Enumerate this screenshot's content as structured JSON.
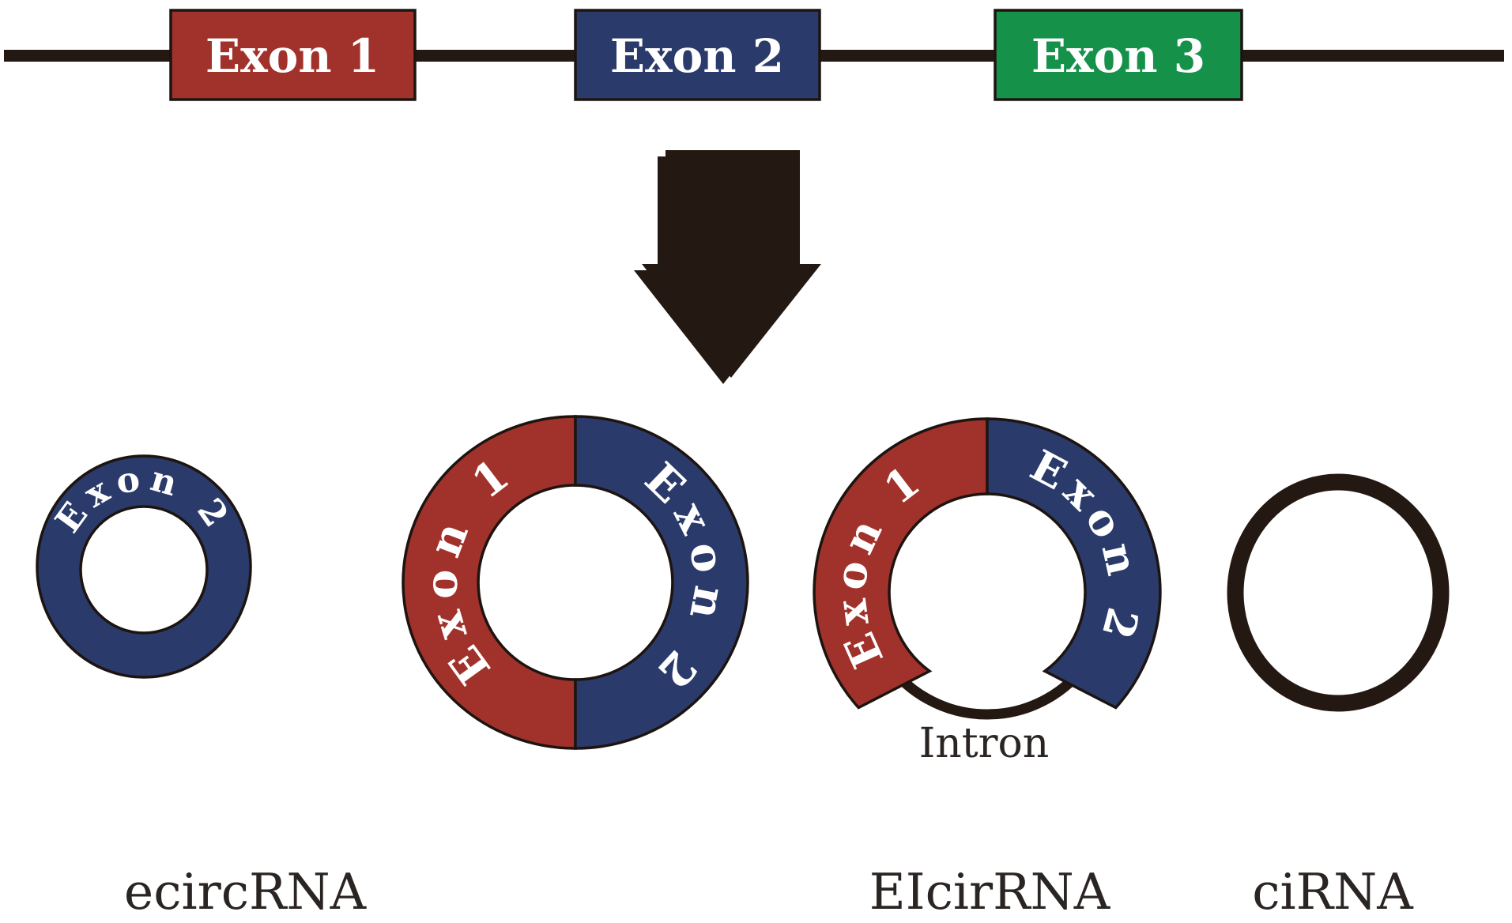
{
  "figure": {
    "title_hint": "circRNA biogenesis diagram",
    "ink": "#241812",
    "white": "#ffffff",
    "caption_color": "#2a2522",
    "gene_track": {
      "exons": [
        {
          "label": "Exon 1",
          "color": "#a1322b"
        },
        {
          "label": "Exon 2",
          "color": "#2a3a6a"
        },
        {
          "label": "Exon 3",
          "color": "#15914a"
        }
      ]
    },
    "arrow": {
      "name": "splicing-arrow",
      "color": "#241812"
    },
    "products": {
      "ecircRNA": {
        "caption": "ecircRNA",
        "ring_label": "Exon 2",
        "ring_color": "#2a3a6a"
      },
      "exon_exon_circle": {
        "left_label": "Exon 1",
        "left_color": "#a1322b",
        "right_label": "Exon 2",
        "right_color": "#2a3a6a"
      },
      "EIcirRNA": {
        "caption": "EIcirRNA",
        "left_label": "Exon 1",
        "left_color": "#a1322b",
        "right_label": "Exon 2",
        "right_color": "#2a3a6a",
        "intron_label": "Intron",
        "intron_color": "#241812"
      },
      "ciRNA": {
        "caption": "ciRNA",
        "color": "#241812"
      }
    }
  }
}
